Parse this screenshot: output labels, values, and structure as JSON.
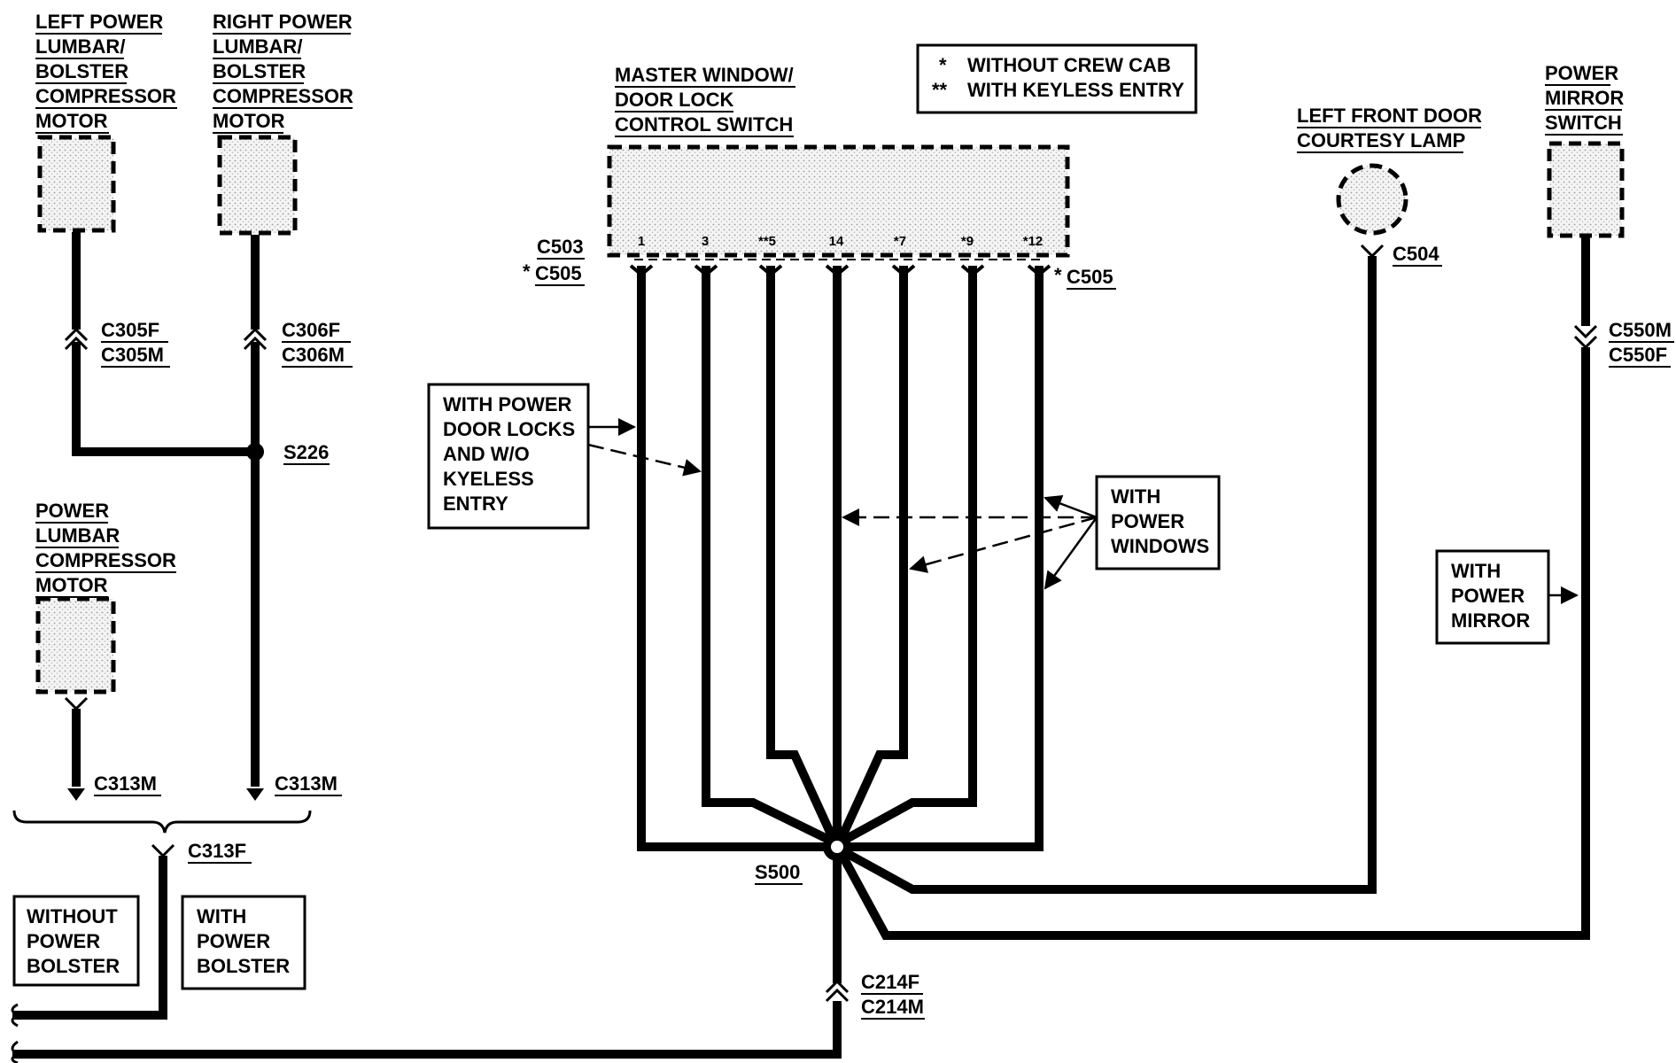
{
  "components": {
    "left_power_lumbar": [
      "LEFT POWER",
      "LUMBAR/",
      "BOLSTER",
      "COMPRESSOR",
      "MOTOR"
    ],
    "right_power_lumbar": [
      "RIGHT POWER",
      "LUMBAR/",
      "BOLSTER",
      "COMPRESSOR",
      "MOTOR"
    ],
    "power_lumbar": [
      "POWER",
      "LUMBAR",
      "COMPRESSOR",
      "MOTOR"
    ],
    "master_window": [
      "MASTER WINDOW/",
      "DOOR LOCK",
      "CONTROL SWITCH"
    ],
    "left_front_door": [
      "LEFT FRONT DOOR",
      "COURTESY LAMP"
    ],
    "power_mirror": [
      "POWER",
      "MIRROR",
      "SWITCH"
    ]
  },
  "legend": [
    {
      "mark": "*",
      "text": "WITHOUT CREW CAB"
    },
    {
      "mark": "**",
      "text": "WITH KEYLESS ENTRY"
    }
  ],
  "pins": [
    "1",
    "3",
    "**5",
    "14",
    "*7",
    "*9",
    "*12"
  ],
  "connectors": {
    "c305f": "C305F",
    "c305m": "C305M",
    "c306f": "C306F",
    "c306m": "C306M",
    "s226": "S226",
    "c313m_left": "C313M",
    "c313m_right": "C313M",
    "c313f": "C313F",
    "c503": "C503",
    "c505_left": "C505",
    "c505_left_mark": "*",
    "c505_right": "C505",
    "c505_right_mark": "*",
    "c504": "C504",
    "c550m": "C550M",
    "c550f": "C550F",
    "s500": "S500",
    "c214f": "C214F",
    "c214m": "C214M"
  },
  "notes": {
    "power_door_locks": [
      "WITH POWER",
      "DOOR LOCKS",
      "AND W/O",
      "KYELESS",
      "ENTRY"
    ],
    "power_windows": [
      "WITH",
      "POWER",
      "WINDOWS"
    ],
    "power_mirror": [
      "WITH",
      "POWER",
      "MIRROR"
    ],
    "without_bolster": [
      "WITHOUT",
      "POWER",
      "BOLSTER"
    ],
    "with_bolster": [
      "WITH",
      "POWER",
      "BOLSTER"
    ]
  }
}
